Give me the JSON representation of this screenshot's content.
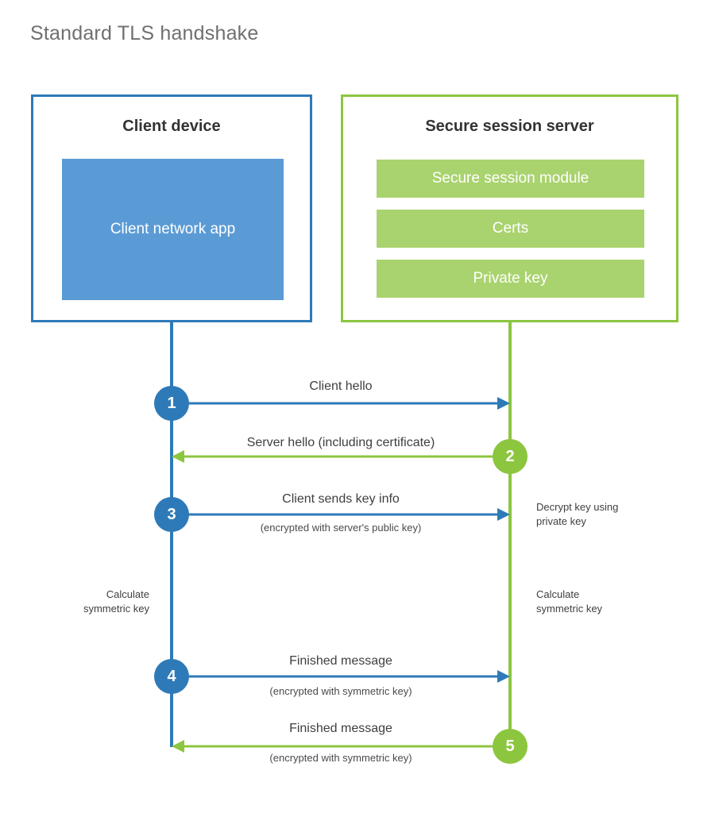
{
  "title": "Standard TLS handshake",
  "colors": {
    "client_border": "#2E7AB8",
    "client_fill": "#5B9BD5",
    "server_border": "#8CC63F",
    "server_fill": "#A9D36E",
    "client_accent": "#2E7AB8",
    "server_accent": "#8CC63F",
    "title_text": "#6f6f6f",
    "body_text": "#3f3f3f",
    "background": "#ffffff"
  },
  "participants": {
    "client": {
      "heading": "Client device",
      "block_label": "Client network app"
    },
    "server": {
      "heading": "Secure session server",
      "items": [
        "Secure session module",
        "Certs",
        "Private key"
      ]
    }
  },
  "steps": [
    {
      "number": "1",
      "direction": "client-to-server",
      "label": "Client hello",
      "sublabel": ""
    },
    {
      "number": "2",
      "direction": "server-to-client",
      "label": "Server hello (including certificate)",
      "sublabel": ""
    },
    {
      "number": "3",
      "direction": "client-to-server",
      "label": "Client sends key info",
      "sublabel": "(encrypted with server's public key)"
    },
    {
      "number": "4",
      "direction": "client-to-server",
      "label": "Finished message",
      "sublabel": "(encrypted with symmetric key)"
    },
    {
      "number": "5",
      "direction": "server-to-client",
      "label": "Finished message",
      "sublabel": "(encrypted with symmetric key)"
    }
  ],
  "annotations": {
    "server_decrypt": "Decrypt key using\nprivate key",
    "client_calculate": "Calculate\nsymmetric key",
    "server_calculate": "Calculate\nsymmetric key"
  }
}
